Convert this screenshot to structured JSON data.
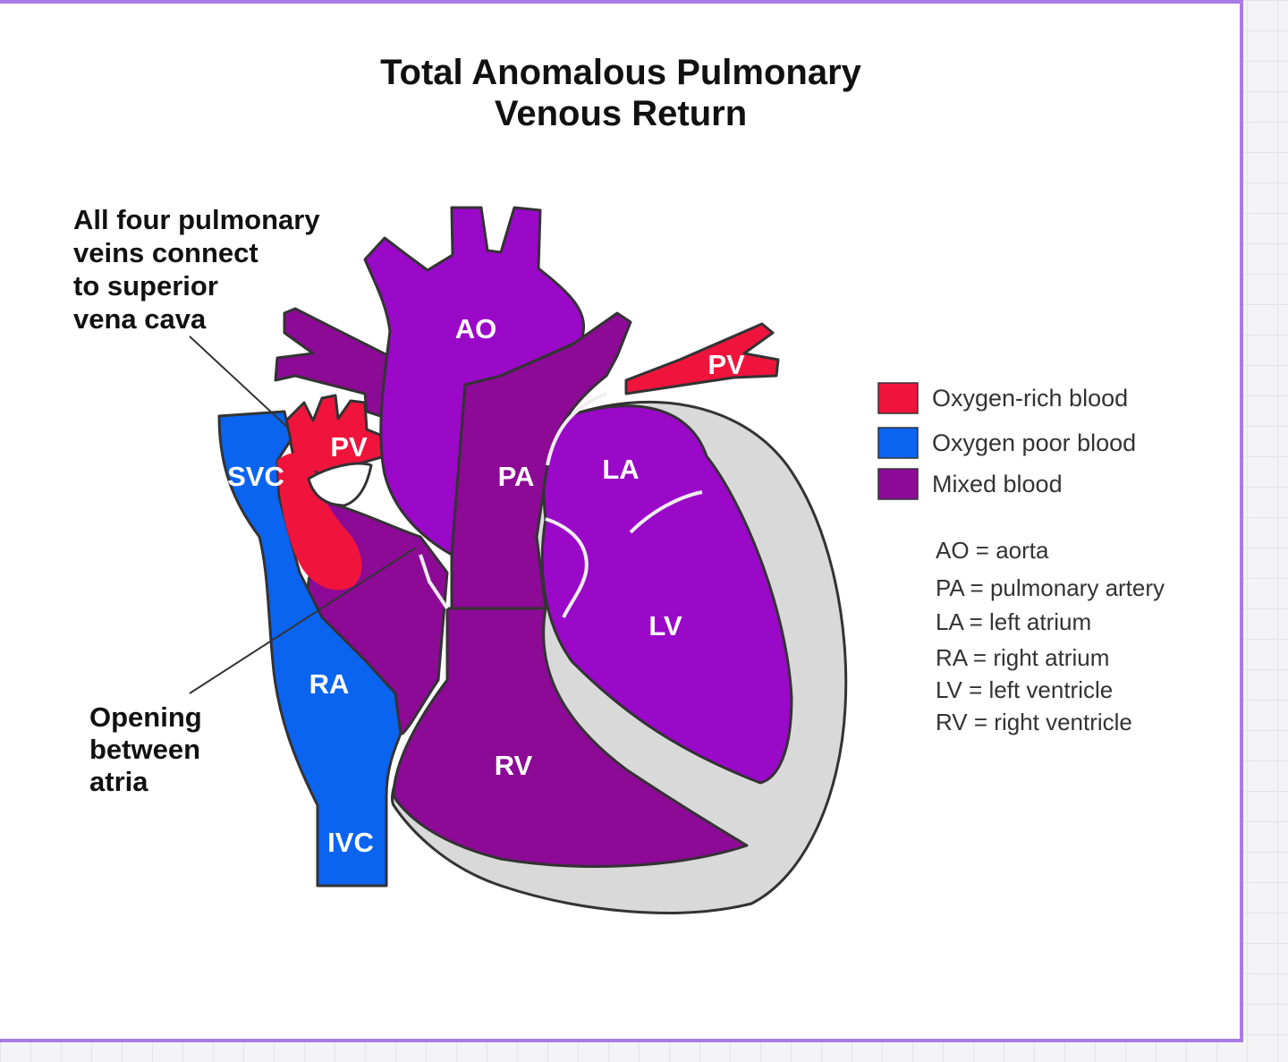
{
  "title": {
    "line1": "Total Anomalous Pulmonary",
    "line2": "Venous Return"
  },
  "callouts": {
    "pulmonary_veins": {
      "line1": "All four pulmonary",
      "line2": "veins connect",
      "line3": "to superior",
      "line4": "vena cava"
    },
    "opening": {
      "line1": "Opening",
      "line2": "between",
      "line3": "atria"
    }
  },
  "labels": {
    "ao": "AO",
    "pa": "PA",
    "la": "LA",
    "lv": "LV",
    "ra": "RA",
    "rv": "RV",
    "svc": "SVC",
    "ivc": "IVC",
    "pv_right": "PV",
    "pv_left": "PV"
  },
  "legend": [
    {
      "label": "Oxygen-rich blood",
      "color": "#f0143c"
    },
    {
      "label": "Oxygen poor blood",
      "color": "#0a64f0"
    },
    {
      "label": "Mixed blood",
      "color": "#8c0a96"
    }
  ],
  "abbreviations": [
    "AO = aorta",
    "PA = pulmonary artery",
    "LA = left atrium",
    "RA = right atrium",
    "LV = left ventricle",
    "RV = right ventricle"
  ],
  "colors": {
    "oxygen_rich": "#f0143c",
    "oxygen_poor": "#0a64f0",
    "mixed_dark": "#8c0a96",
    "mixed_bright": "#9a08c8",
    "septum_gray": "#d9d9d9",
    "frame_border": "#a97be6"
  }
}
